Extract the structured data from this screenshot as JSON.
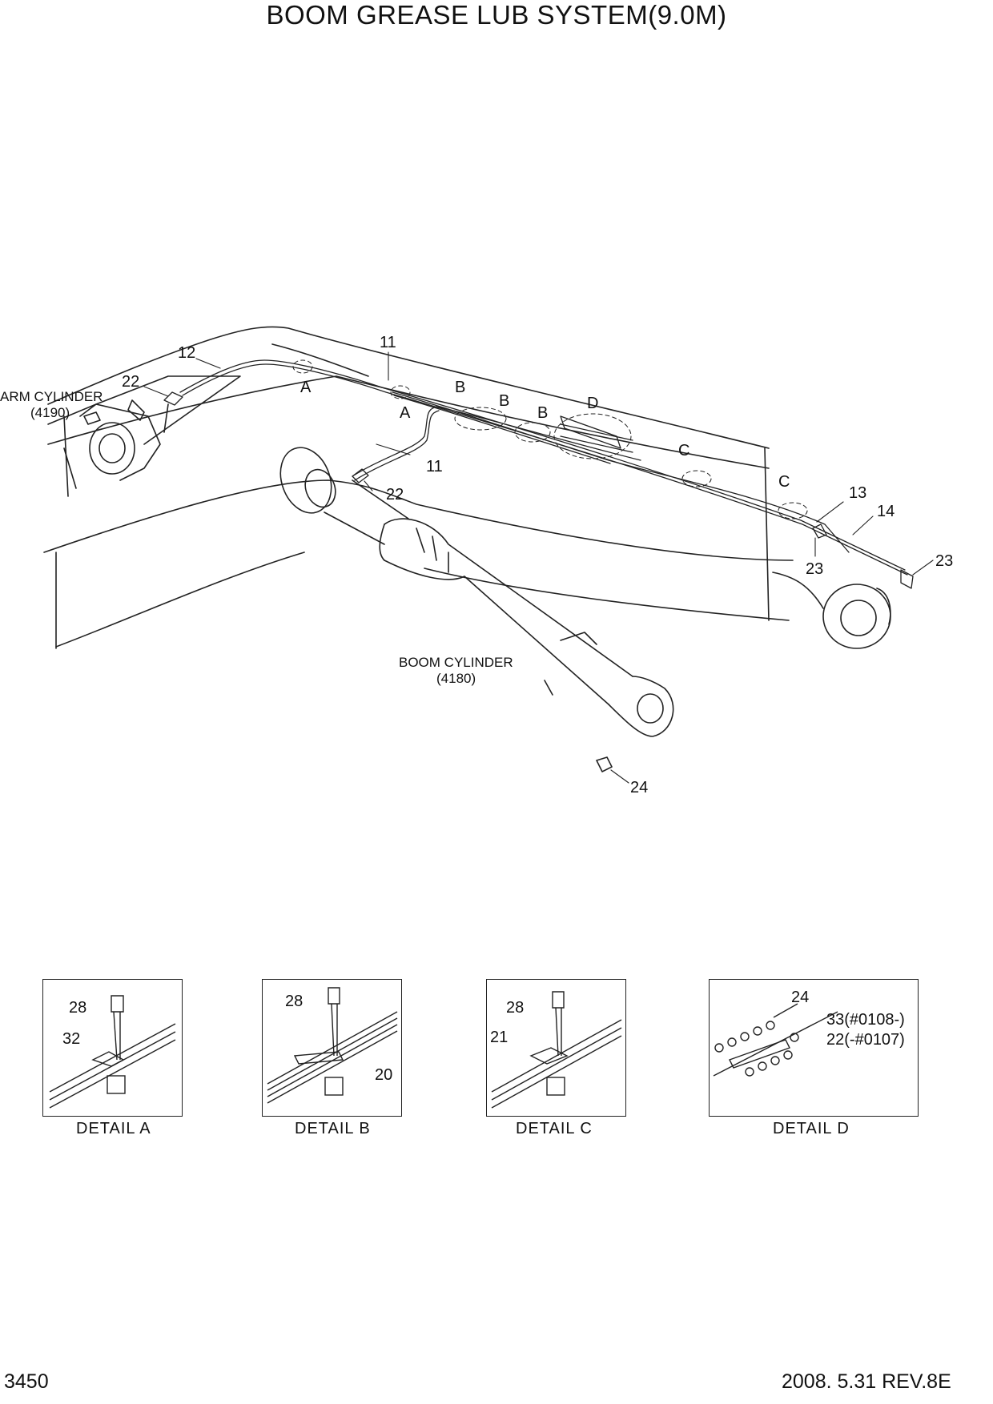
{
  "title": "BOOM GREASE LUB SYSTEM(9.0M)",
  "page_number": "3450",
  "revision": "2008. 5.31  REV.8E",
  "main": {
    "labels": {
      "arm_cylinder": "ARM CYLINDER",
      "arm_cylinder_ref": "(4190)",
      "boom_cylinder": "BOOM CYLINDER",
      "boom_cylinder_ref": "(4180)"
    },
    "callouts": {
      "p12": "12",
      "p11_top": "11",
      "p11_mid": "11",
      "p22_left": "22",
      "p22_mid": "22",
      "p13": "13",
      "p14": "14",
      "p23_a": "23",
      "p23_b": "23",
      "p24": "24",
      "a1": "A",
      "a2": "A",
      "b1": "B",
      "b2": "B",
      "b3": "B",
      "c1": "C",
      "c2": "C",
      "d1": "D"
    }
  },
  "details": [
    {
      "caption": "DETAIL  A",
      "part_bolt": "28",
      "part_clamp": "32"
    },
    {
      "caption": "DETAIL  B",
      "part_bolt": "28",
      "part_clamp": "20"
    },
    {
      "caption": "DETAIL  C",
      "part_bolt": "28",
      "part_clamp": "21"
    },
    {
      "caption": "DETAIL  D",
      "part_fitting": "24",
      "part_alt_1": "33(#0108-)",
      "part_alt_2": "22(-#0107)"
    }
  ]
}
